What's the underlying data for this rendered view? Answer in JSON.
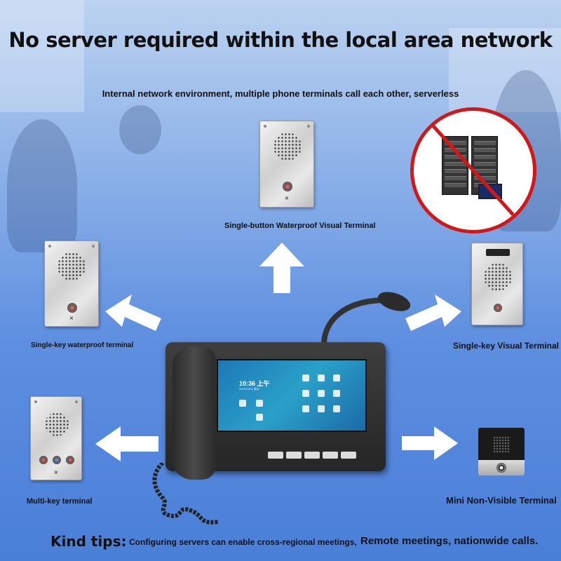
{
  "header": {
    "title": "No server required within the local area network",
    "subtitle": "Internal network environment, multiple phone terminals call each other, serverless"
  },
  "terminals": {
    "single_button": "Single-button Waterproof Visual Terminal",
    "single_key_waterproof": "Single-key waterproof terminal",
    "single_key_visual": "Single-key Visual Terminal",
    "multi_key": "Multi-key terminal",
    "mini_non_visible": "Mini Non-Visible Terminal"
  },
  "phone_screen": {
    "time": "10:36 上午",
    "date": "2019/11/01 周五"
  },
  "tips": {
    "heading": "Kind tips:",
    "part1": "Configuring servers can enable cross-regional meetings,",
    "part2": "Remote meetings, nationwide calls."
  },
  "colors": {
    "prohibition_red": "#d01818",
    "arrow_fill": "#ffffff",
    "screen_blue": "#1e78b8"
  },
  "icons": [
    "speaker-grill-icon",
    "call-button-icon",
    "camera-icon",
    "server-rack-icon",
    "prohibition-icon",
    "arrow-icon"
  ]
}
